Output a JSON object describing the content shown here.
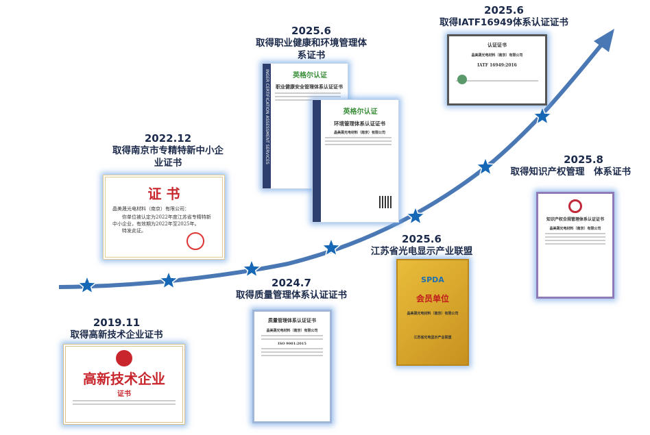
{
  "milestones": [
    {
      "date": "2019.11",
      "title": "取得高新技术企业证书"
    },
    {
      "date": "2022.12",
      "title": "取得南京市专精特新中小企业证书"
    },
    {
      "date": "2025.6",
      "title": "取得职业健康和环境管理体系证书"
    },
    {
      "date": "2024.7",
      "title": "取得质量管理体系认证证书"
    },
    {
      "date": "2025.6",
      "title": "江苏省光电显示产业联盟"
    },
    {
      "date": "2025.6",
      "title": "取得IATF16949体系认证证书"
    },
    {
      "date": "2025.8",
      "title": "取得知识产权管理　体系证书"
    }
  ],
  "certificates": {
    "hightech": {
      "title": "高新技术企业",
      "sub": "证书"
    },
    "srdi": {
      "title": "证  书",
      "company": "晶美晟光电材料（南京）有限公司：",
      "body": "你单位被认定为2022年度江苏省专精特新中小企业，有效期为2022年至2025年。",
      "end": "特发此证。"
    },
    "ohs": {
      "brand": "英格尔认证",
      "title": "职业健康安全管理体系认证证书",
      "side": "INGER CERTIFICATION ASSESSMENT SERVICES"
    },
    "env": {
      "brand": "英格尔认证",
      "title": "环境管理体系认证证书",
      "company": "晶美晟光电材料（南京）有限公司"
    },
    "qms": {
      "title": "质量管理体系认证证书",
      "company": "晶美晟光电材料（南京）有限公司",
      "std": "ISO 9001:2015"
    },
    "spda": {
      "logo": "SPDA",
      "title": "会员单位",
      "company": "晶美晟光电材料（南京）有限公司",
      "issuer": "江苏省光电显示产业联盟"
    },
    "iatf": {
      "title": "认证证书",
      "company": "晶美晟光电材料（南京）有限公司",
      "std": "IATF 16949:2016"
    },
    "ip": {
      "title": "知识产权合规管理体系认证证书",
      "company": "晶美晟光电材料（南京）有限公司"
    }
  },
  "colors": {
    "curve": "#4a78b4",
    "star": "#1667b5",
    "text": "#1b2a4a",
    "gold": "#d9a72b"
  }
}
